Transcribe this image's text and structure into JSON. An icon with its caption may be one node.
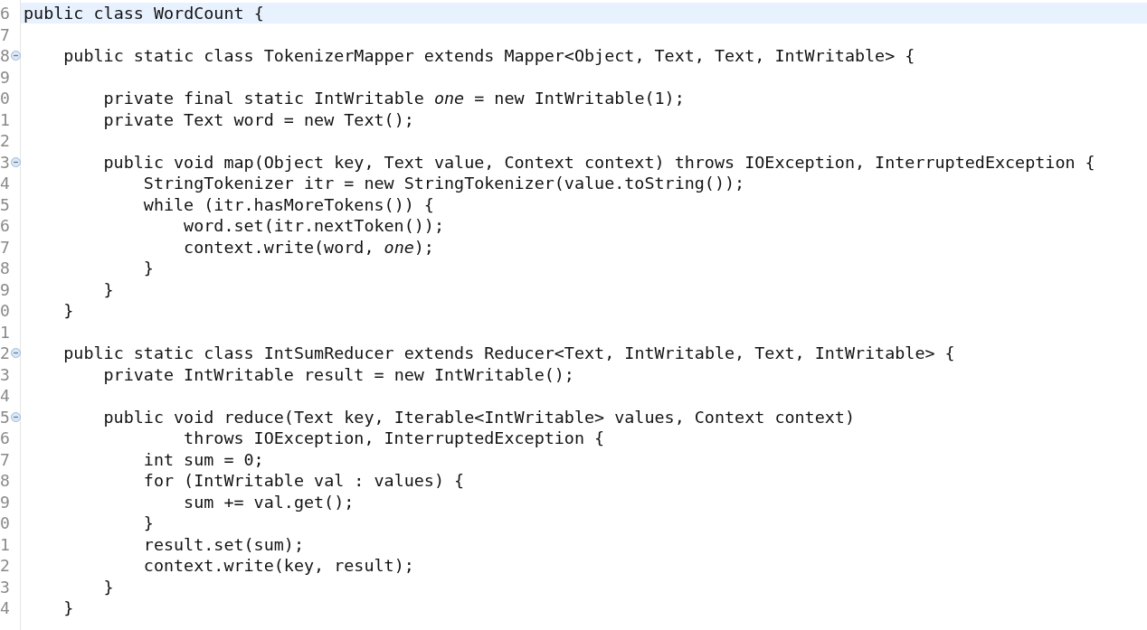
{
  "diagram": {
    "labels": [
      "6",
      "public class WordCount {",
      "7",
      "8",
      "public static class TokenizerMapper extends Mapper<Object, Text, Text, IntWritable> {",
      "9",
      "0",
      "private final static IntWritable *one* = new IntWritable(1);",
      "1",
      "private Text word = new Text();",
      "2",
      "3",
      "public void map(Object key, Text value, Context context) throws IOException, InterruptedException {",
      "4",
      "StringTokenizer itr = new StringTokenizer(value.toString());",
      "5",
      "while (itr.hasMoreTokens()) {",
      "6",
      "word.set(itr.nextToken());",
      "7",
      "context.write(word, *one*);",
      "8",
      "}",
      "9",
      "}",
      "0",
      "}",
      "1",
      "2",
      "public static class IntSumReducer extends Reducer<Text, IntWritable, Text, IntWritable> {",
      "3",
      "private IntWritable result = new IntWritable();",
      "4",
      "5",
      "public void reduce(Text key, Iterable<IntWritable> values, Context context)",
      "6",
      "throws IOException, InterruptedException {",
      "7",
      "int sum = 0;",
      "8",
      "for (IntWritable val : values) {",
      "9",
      "sum += val.get();",
      "0",
      "}",
      "1",
      "result.set(sum);",
      "2",
      "context.write(key, result);",
      "3",
      "}",
      "4",
      "}"
    ]
  }
}
